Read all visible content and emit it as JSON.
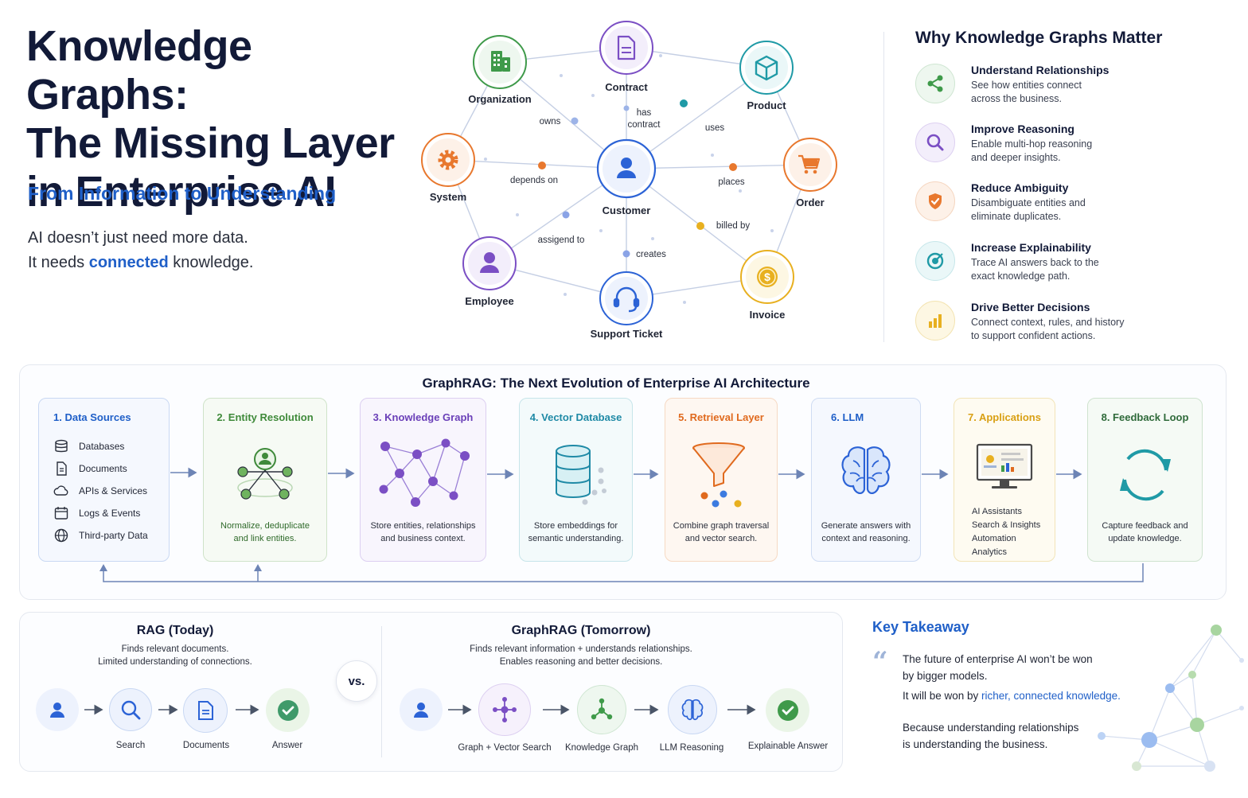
{
  "hero": {
    "title_line1": "Knowledge Graphs:",
    "title_line2": "The Missing Layer",
    "title_line3": "in Enterprise AI",
    "subtitle": "From Information to Understanding",
    "body_line1": "AI doesn’t just need more data.",
    "body_line2_prefix": "It needs ",
    "body_line2_highlight": "connected",
    "body_line2_suffix": " knowledge."
  },
  "graph": {
    "nodes": {
      "organization": "Organization",
      "contract": "Contract",
      "product": "Product",
      "system": "System",
      "customer": "Customer",
      "order": "Order",
      "employee": "Employee",
      "support_ticket": "Support Ticket",
      "invoice": "Invoice"
    },
    "edges": {
      "owns": "owns",
      "has_contract_1": "has",
      "has_contract_2": "contract",
      "uses": "uses",
      "depends_on": "depends on",
      "places": "places",
      "assigned_to": "assigend to",
      "billed_by": "billed by",
      "creates": "creates"
    },
    "colors": {
      "organization": "#3f9a4a",
      "contract": "#7b4fc4",
      "product": "#1f9aa6",
      "system": "#e8782e",
      "customer": "#2c63d6",
      "order": "#e8782e",
      "employee": "#7b4fc4",
      "support_ticket": "#2c63d6",
      "invoice": "#e8b020"
    }
  },
  "why": {
    "title": "Why Knowledge Graphs Matter",
    "items": [
      {
        "title": "Understand Relationships",
        "desc1": "See how entities connect",
        "desc2": "across the business.",
        "icon": "share-icon",
        "color": "#3f9a4a"
      },
      {
        "title": "Improve Reasoning",
        "desc1": "Enable multi-hop reasoning",
        "desc2": "and deeper insights.",
        "icon": "search-icon",
        "color": "#7b4fc4"
      },
      {
        "title": "Reduce Ambiguity",
        "desc1": "Disambiguate entities and",
        "desc2": "eliminate duplicates.",
        "icon": "shield-icon",
        "color": "#e8782e"
      },
      {
        "title": "Increase Explainability",
        "desc1": "Trace AI answers back to the",
        "desc2": "exact knowledge path.",
        "icon": "target-icon",
        "color": "#1f9aa6"
      },
      {
        "title": "Drive Better Decisions",
        "desc1": "Connect context, rules, and history",
        "desc2": "to support confident actions.",
        "icon": "bar-chart-icon",
        "color": "#e8b020"
      }
    ]
  },
  "pipeline": {
    "title": "GraphRAG: The Next Evolution of Enterprise AI Architecture",
    "stages": [
      {
        "title": "1. Data Sources",
        "color": "#1f5fc8",
        "items": [
          "Databases",
          "Documents",
          "APIs & Services",
          "Logs & Events",
          "Third-party Data"
        ]
      },
      {
        "title": "2. Entity Resolution",
        "color": "#3f8a3a",
        "desc1": "Normalize, deduplicate",
        "desc2": "and link entities."
      },
      {
        "title": "3. Knowledge Graph",
        "color": "#6a3fb8",
        "desc1": "Store entities, relationships",
        "desc2": "and business context."
      },
      {
        "title": "4. Vector Database",
        "color": "#1f8aa6",
        "desc1": "Store embeddings for",
        "desc2": "semantic understanding."
      },
      {
        "title": "5. Retrieval Layer",
        "color": "#e06a1e",
        "desc1": "Combine graph traversal",
        "desc2": "and vector search."
      },
      {
        "title": "6. LLM",
        "color": "#1f5fc8",
        "desc1": "Generate answers with",
        "desc2": "context and reasoning."
      },
      {
        "title": "7. Applications",
        "color": "#d9a014",
        "items": [
          "AI Assistants",
          "Search & Insights",
          "Automation",
          "Analytics"
        ]
      },
      {
        "title": "8. Feedback Loop",
        "color": "#2f7a3a",
        "desc1": "Capture feedback and",
        "desc2": "update knowledge."
      }
    ]
  },
  "comparison": {
    "rag": {
      "title": "RAG (Today)",
      "desc1": "Finds relevant documents.",
      "desc2": "Limited understanding of connections.",
      "steps": [
        "",
        "Search",
        "Documents",
        "Answer"
      ]
    },
    "vs": "vs.",
    "graphrag": {
      "title": "GraphRAG (Tomorrow)",
      "desc1": "Finds relevant information + understands relationships.",
      "desc2": "Enables reasoning and better decisions.",
      "steps": [
        "",
        "Graph + Vector Search",
        "Knowledge Graph",
        "LLM Reasoning",
        "Explainable Answer"
      ]
    }
  },
  "takeaway": {
    "title": "Key Takeaway",
    "quote_mark": "“",
    "line1": "The future of enterprise AI won’t be won",
    "line2": "by bigger models.",
    "line3_prefix": "It will be won by ",
    "line3_highlight": "richer, connected knowledge.",
    "line4": "Because understanding relationships",
    "line5": "is understanding the business."
  }
}
